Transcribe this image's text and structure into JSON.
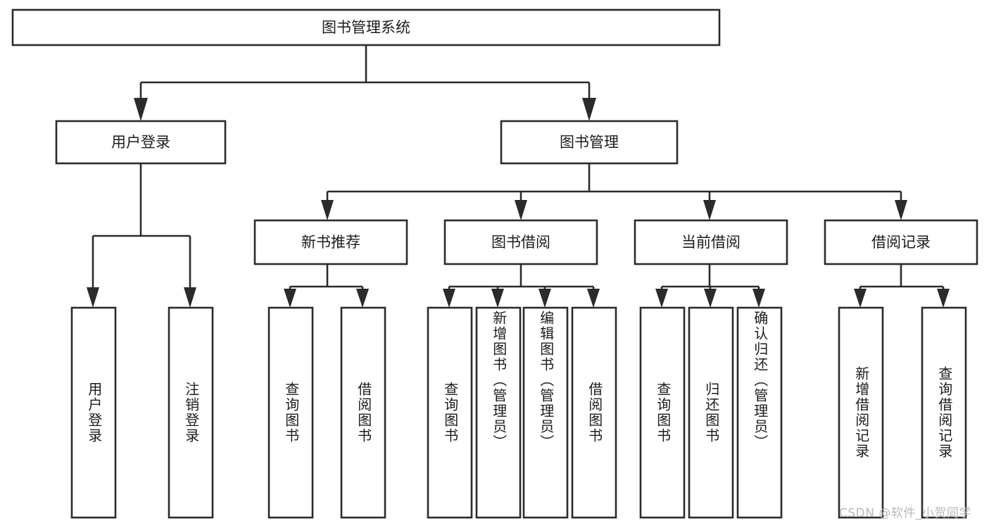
{
  "diagram": {
    "type": "tree",
    "title": "图书管理系统",
    "orientation": "top-down",
    "colors": {
      "background": "#ffffff",
      "stroke": "#2b2b2b",
      "node_fill": "#ffffff",
      "text": "#1c1c1c",
      "watermark": "#b9b9b9"
    },
    "root": {
      "id": "root",
      "label": "图书管理系统"
    },
    "level1": [
      {
        "id": "user-login",
        "label": "用户登录"
      },
      {
        "id": "book-manage",
        "label": "图书管理"
      }
    ],
    "level2": [
      {
        "id": "new-book-rec",
        "label": "新书推荐",
        "parent": "book-manage"
      },
      {
        "id": "book-borrow",
        "label": "图书借阅",
        "parent": "book-manage"
      },
      {
        "id": "current-borrow",
        "label": "当前借阅",
        "parent": "book-manage"
      },
      {
        "id": "borrow-record",
        "label": "借阅记录",
        "parent": "book-manage"
      }
    ],
    "leaves": [
      {
        "id": "leaf-user-login",
        "label": "用户登录",
        "parent": "user-login"
      },
      {
        "id": "leaf-logout",
        "label": "注销登录",
        "parent": "user-login"
      },
      {
        "id": "leaf-query-book-1",
        "label": "查询图书",
        "parent": "new-book-rec"
      },
      {
        "id": "leaf-borrow-book-1",
        "label": "借阅图书",
        "parent": "new-book-rec"
      },
      {
        "id": "leaf-query-book-2",
        "label": "查询图书",
        "parent": "book-borrow"
      },
      {
        "id": "leaf-add-book",
        "label": "新增图书（管理员）",
        "parent": "book-borrow"
      },
      {
        "id": "leaf-edit-book",
        "label": "编辑图书（管理员）",
        "parent": "book-borrow"
      },
      {
        "id": "leaf-borrow-book-2",
        "label": "借阅图书",
        "parent": "book-borrow"
      },
      {
        "id": "leaf-query-book-3",
        "label": "查询图书",
        "parent": "current-borrow"
      },
      {
        "id": "leaf-return-book",
        "label": "归还图书",
        "parent": "current-borrow"
      },
      {
        "id": "leaf-confirm-return",
        "label": "确认归还（管理员）",
        "parent": "current-borrow"
      },
      {
        "id": "leaf-add-record",
        "label": "新增借阅记录",
        "parent": "borrow-record"
      },
      {
        "id": "leaf-query-record",
        "label": "查询借阅记录",
        "parent": "borrow-record"
      }
    ]
  },
  "watermark": {
    "text": "CSDN @软件_小贺同学"
  }
}
